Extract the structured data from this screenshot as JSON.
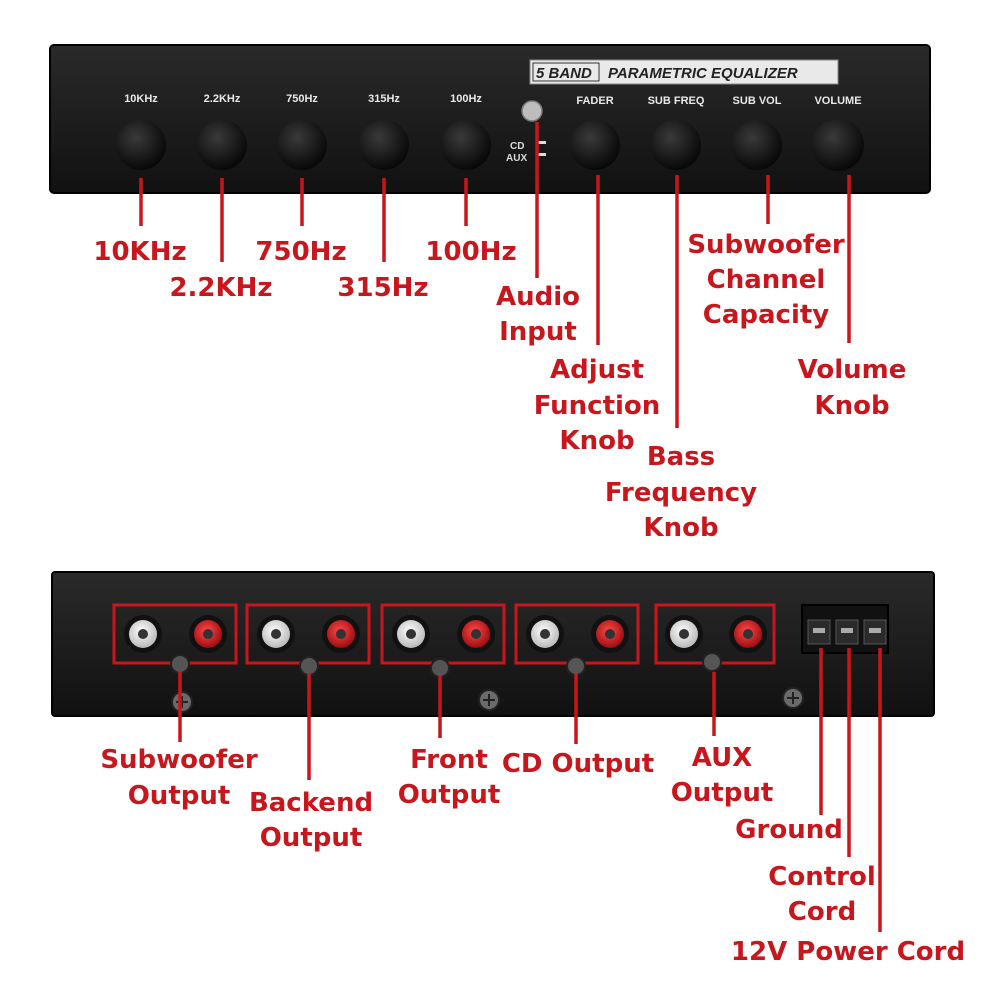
{
  "front_panel": {
    "badge": {
      "band": "5 BAND",
      "title": "PARAMETRIC EQUALIZER"
    },
    "knob_labels": [
      "10KHz",
      "2.2KHz",
      "750Hz",
      "315Hz",
      "100Hz",
      "FADER",
      "SUB FREQ",
      "SUB VOL",
      "VOLUME"
    ],
    "switch_labels": {
      "cd": "CD",
      "aux": "AUX"
    }
  },
  "front_callouts": {
    "k10": "10KHz",
    "k22": "2.2KHz",
    "k750": "750Hz",
    "k315": "315Hz",
    "k100": "100Hz",
    "audio_input": [
      "Audio",
      "Input"
    ],
    "adjust": [
      "Adjust",
      "Function",
      "Knob"
    ],
    "bass": [
      "Bass",
      "Frequency",
      "Knob"
    ],
    "subwoofer": [
      "Subwoofer",
      "Channel",
      "Capacity"
    ],
    "volume": [
      "Volume",
      "Knob"
    ]
  },
  "rear_callouts": {
    "subwoofer_output": [
      "Subwoofer",
      "Output"
    ],
    "backend_output": [
      "Backend",
      "Output"
    ],
    "front_output": [
      "Front",
      "Output"
    ],
    "cd_output": "CD Output",
    "aux_output": [
      "AUX",
      "Output"
    ],
    "ground": "Ground",
    "control_cord": [
      "Control",
      "Cord"
    ],
    "power_cord": "12V Power Cord"
  },
  "colors": {
    "accent": "#c8161d",
    "panel": "#1c1c1c",
    "badge_bg": "#e9e9e9"
  }
}
